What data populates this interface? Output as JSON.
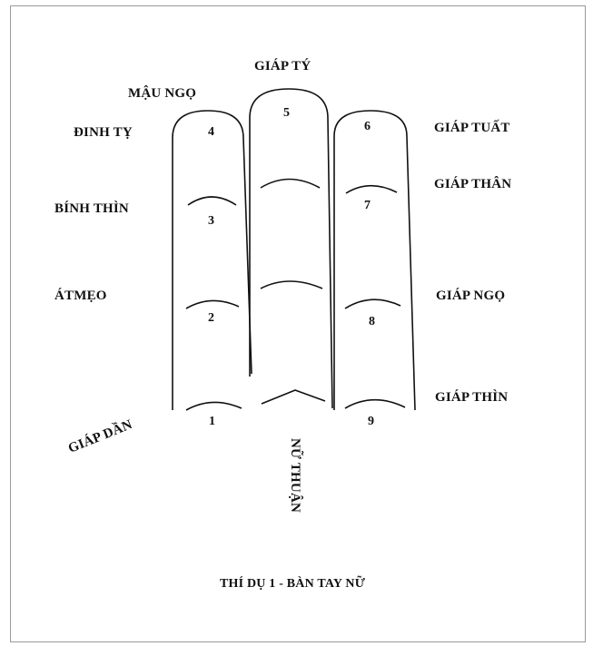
{
  "caption": "THÍ DỤ 1 - BÀN TAY NỮ",
  "vertical_label": "NỮ THUẬN",
  "left_labels": {
    "dinh_ty": "ĐINH TỴ",
    "binh_thin": "BÍNH THÌN",
    "at_meo": "ÁTMẸO",
    "giap_dan": "GIÁP DẦN"
  },
  "middle_labels": {
    "mau_ngo": "MẬU NGỌ",
    "giap_ty": "GIÁP TÝ"
  },
  "right_labels": {
    "giap_tuat": "GIÁP TUẤT",
    "giap_than": "GIÁP THÂN",
    "giap_ngo": "GIÁP NGỌ",
    "giap_thin": "GIÁP THÌN"
  },
  "numbers": {
    "n1": "1",
    "n2": "2",
    "n3": "3",
    "n4": "4",
    "n5": "5",
    "n6": "6",
    "n7": "7",
    "n8": "8",
    "n9": "9"
  }
}
